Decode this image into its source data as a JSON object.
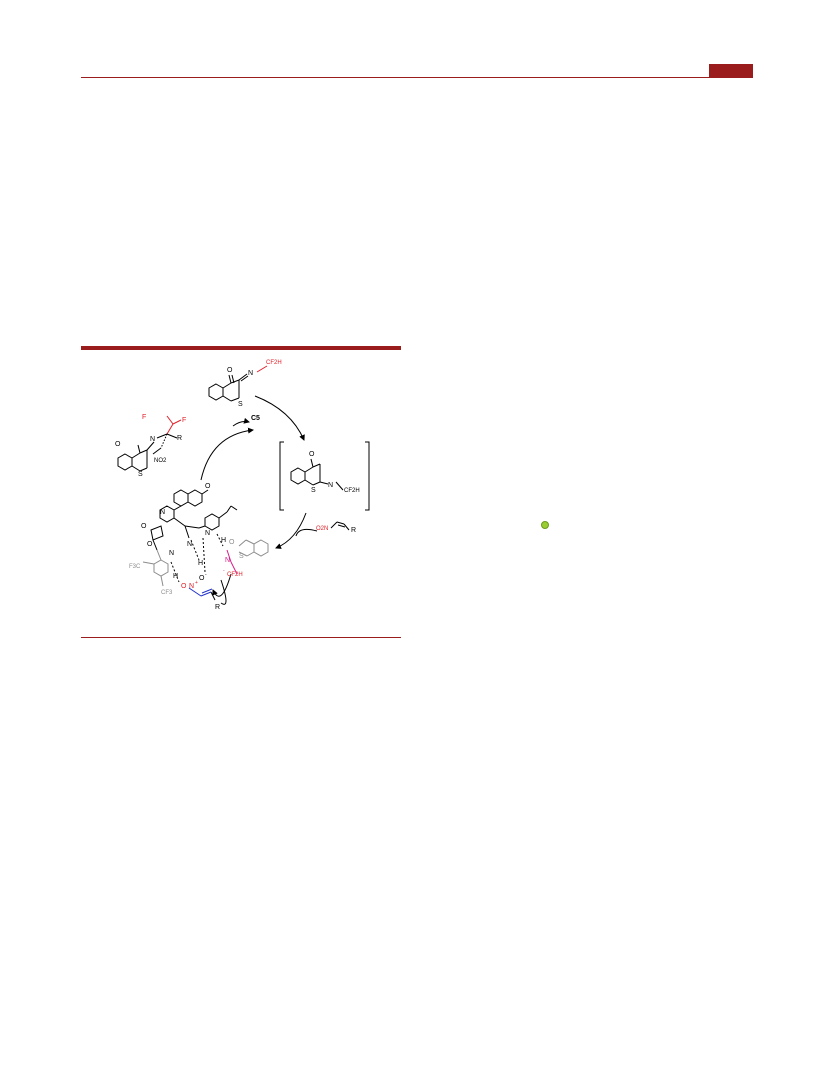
{
  "colors": {
    "accent": "#9b1c1c",
    "red": "#e0202a",
    "magenta": "#d81b8a",
    "blue": "#2233cc",
    "grey": "#8c8c8c",
    "green": "#9acd32"
  },
  "scheme": {
    "catalyst_label": "C5",
    "top_reagent": {
      "ketone_O": "O",
      "imine_N": "N",
      "sulfur": "S",
      "cf2h": "CF2H"
    },
    "product": {
      "f1": "F",
      "f2": "F",
      "imine_N": "N",
      "ketone_O": "O",
      "sulfur": "S",
      "r_group": "R",
      "nitro": "NO2"
    },
    "intermediate": {
      "ketone_O": "O",
      "imine_N": "N",
      "sulfur": "S",
      "cf2h": "CF2H"
    },
    "nitroalkene": {
      "nitro": "O2N",
      "r_group": "R"
    },
    "catalyst": {
      "quinoline_N": "N",
      "methoxy_O": "O",
      "sq_O1": "O",
      "sq_O2": "O",
      "amine_N1": "N",
      "amine_N2": "N",
      "h1": "H",
      "h2": "H",
      "h3": "H",
      "quinuclidine_N": "N",
      "cf3_a": "F3C",
      "cf3_b": "CF3"
    },
    "transition_state": {
      "o_minus": "O",
      "minus": "-",
      "o_eq": "O",
      "n_plus": "N",
      "plus": "+",
      "r_group": "R",
      "ts_N": "N",
      "ts_cf2h": "CF2H",
      "ts_S": "S",
      "ts_O": "O",
      "ts_minus": "-"
    }
  }
}
